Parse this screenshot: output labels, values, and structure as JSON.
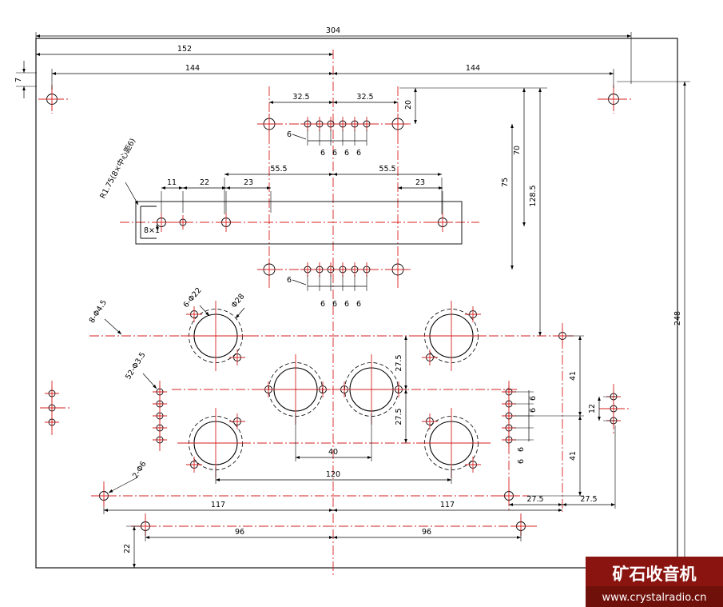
{
  "dims": {
    "overall_width": "304",
    "half_width": "152",
    "left_144": "144",
    "right_144": "144",
    "edge_7": "7",
    "conn_325l": "32.5",
    "conn_325r": "32.5",
    "v20": "20",
    "v70": "70",
    "v75": "75",
    "v1285": "128.5",
    "overall_height": "248",
    "slot_555l": "55.5",
    "slot_555r": "55.5",
    "slot_11": "11",
    "slot_22": "22",
    "slot_23l": "23",
    "slot_23r": "23",
    "r175": "R1.75(8×中心距6)",
    "slot_8x1": "8×1",
    "t6a": "6",
    "t6b": "6",
    "t6c": "6",
    "t6d": "6",
    "t6e": "6",
    "b6a": "6",
    "b6b": "6",
    "b6c": "6",
    "b6d": "6",
    "b6e": "6",
    "lbl_6_22": "6-Φ22",
    "lbl_28": "Φ28",
    "lbl_8_45": "8-Φ4.5",
    "lbl_52_35": "52-Φ3.5",
    "lbl_2_6": "2-Φ6",
    "v275a": "27.5",
    "v275b": "27.5",
    "v41a": "41",
    "v41b": "41",
    "v12": "12",
    "r6a": "6",
    "r6b": "6",
    "r6c": "6",
    "r6d": "6",
    "d40": "40",
    "d120": "120",
    "d117l": "117",
    "d117r": "117",
    "d275l": "27.5",
    "d275r": "27.5",
    "d96l": "96",
    "d96r": "96",
    "v22": "22"
  },
  "watermark": {
    "title": "矿石收音机",
    "url": "www.crystalradio.cn"
  },
  "colors": {
    "centerline": "#d42222",
    "line": "#000000",
    "watermark_bg": "#8a1410",
    "watermark_band": "#70100a"
  }
}
